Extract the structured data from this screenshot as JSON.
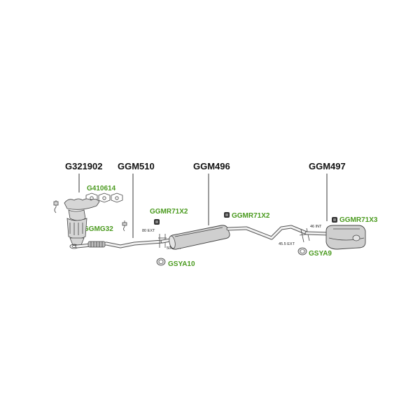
{
  "parts": {
    "manifold_cat": "G321902",
    "front_pipe": "GGM510",
    "middle_silencer": "GGM496",
    "rear_silencer": "GGM497"
  },
  "accessories": {
    "gasket_set": "G410614",
    "gasket_front": "GGMG32",
    "rubber_mount_1": "GGMR71X2",
    "rubber_mount_2": "GGMR71X2",
    "rubber_mount_3": "GGMR71X3",
    "clamp_1": "GSYA10",
    "clamp_2": "GSYA9"
  },
  "dimensions": {
    "d1": "80 EXT",
    "d2": "50.5 INT",
    "d3": "46 INT",
    "d4": "45.5 EXT"
  },
  "colors": {
    "part_text": "#111111",
    "accessory_text": "#4a9a1e",
    "pipe": "#555555"
  }
}
